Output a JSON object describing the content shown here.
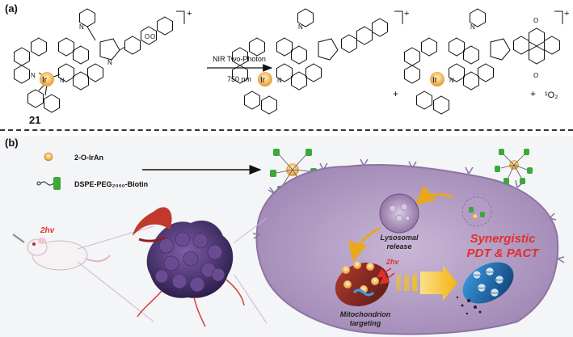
{
  "panel_a": {
    "label": "(a)",
    "compound_number": "21",
    "charge": "+",
    "atom_ir": "Ir",
    "atom_n": "N",
    "atom_o": "O",
    "arrow_top": "NIR Two-Photon",
    "arrow_bottom": "750 nm",
    "plus_1": "+",
    "plus_2": "+",
    "singlet_oxygen": "¹O₂"
  },
  "panel_b": {
    "label": "(b)",
    "legend_1": "2-O-IrAn",
    "legend_2": "DSPE-PEG₂₀₀₀-Biotin",
    "mouse_light": "2hv",
    "lysosomal": "Lysosomal",
    "release": "release",
    "mito_light": "2hv",
    "mitochondrion": "Mitochondrion",
    "targeting": "targeting",
    "synergistic": "Synergistic",
    "pdt_pact": "PDT & PACT",
    "ros": "ROS"
  },
  "colors": {
    "iridium": "#e8942a",
    "cell": "#a58cb8",
    "cell_edge": "#8d74a3",
    "peg": "#3aa83a",
    "red_text": "#e0302a",
    "arrow_gold": "#f2c21b",
    "tumor": "#5a3b7a"
  }
}
